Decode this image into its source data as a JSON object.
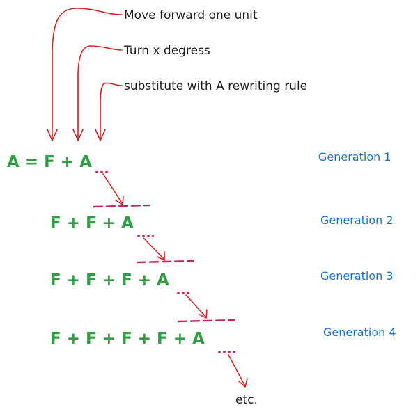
{
  "annotations": {
    "move": "Move forward one unit",
    "turn": "Turn x degress",
    "substitute": "substitute with A rewriting rule"
  },
  "rule": "A = F + A",
  "generations": [
    {
      "expression": "F + A",
      "label": "Generation 1"
    },
    {
      "expression": "F + F + A",
      "label": "Generation 2"
    },
    {
      "expression": "F + F + F + A",
      "label": "Generation 3"
    },
    {
      "expression": "F + F + F + F + A",
      "label": "Generation 4"
    }
  ],
  "continuation": "etc.",
  "colors": {
    "formula": "#2f9e44",
    "generation_label": "#1971c2",
    "arrows": "#c92a2a",
    "underline": "#c2255c",
    "annotation_text": "#1e1e1e"
  }
}
